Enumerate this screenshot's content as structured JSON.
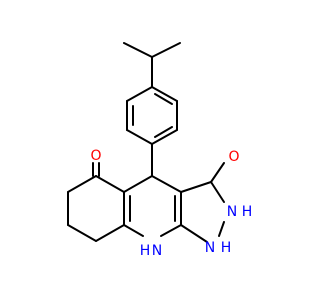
{
  "atom_labels": {
    "ketone_oxygen": "O",
    "hydroxyl_oxygen": "O",
    "nh_ring_2": "N",
    "nh_ring_2_h": "H",
    "nh_ring_1": "N",
    "nh_ring_1_h": "H",
    "nh_dihydropyridine_h": "H",
    "nh_dihydropyridine": "N"
  },
  "colors": {
    "bond": "#000000",
    "oxygen": "#ff0000",
    "nitrogen": "#0000ff",
    "background": "#ffffff"
  }
}
